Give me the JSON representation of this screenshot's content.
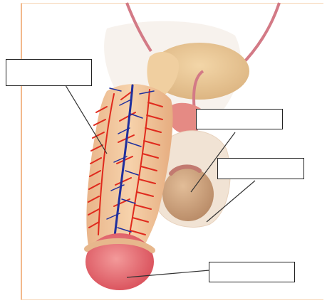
{
  "diagram": {
    "labels": [
      {
        "id": "label-vessels",
        "text": ""
      },
      {
        "id": "label-testis",
        "text": ""
      },
      {
        "id": "label-scrotum",
        "text": ""
      },
      {
        "id": "label-glans",
        "text": ""
      }
    ],
    "colors": {
      "artery": "#e02a1d",
      "vein": "#1f2f9e",
      "skin": "#f0c79a",
      "glans": "#e46a6a",
      "bladder": "#e8c492",
      "testis": "#caa07a",
      "leader": "#333333",
      "frame": "#f2b98c"
    }
  }
}
